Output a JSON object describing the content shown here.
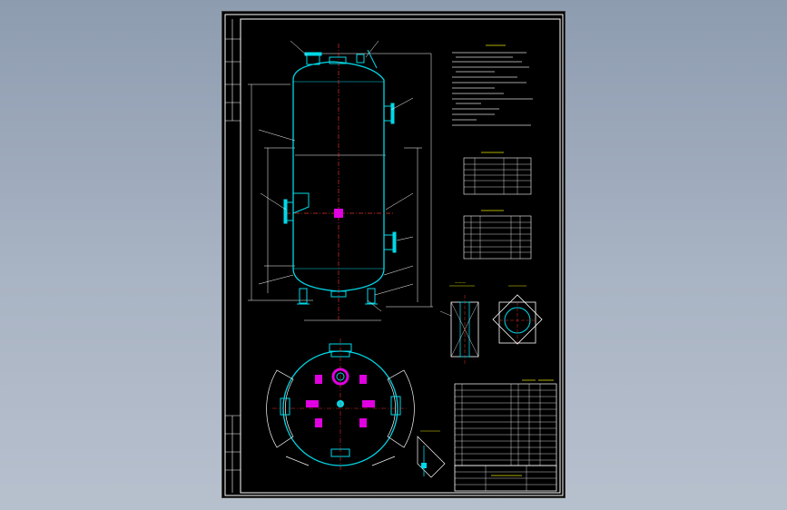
{
  "colors": {
    "background_top": "#8e9cb0",
    "background_bottom": "#b7c0cd",
    "sheet": "#000000",
    "vessel_outline": "#00d8e8",
    "centerline": "#e03030",
    "nozzle_marks": "#e000e0",
    "text": "#e8e800",
    "lines": "#ffffff"
  },
  "drawing": {
    "elevation_view": "vessel-elevation",
    "plan_view": "vessel-plan",
    "detail_views": [
      "detail-a",
      "detail-b",
      "detail-c"
    ]
  }
}
